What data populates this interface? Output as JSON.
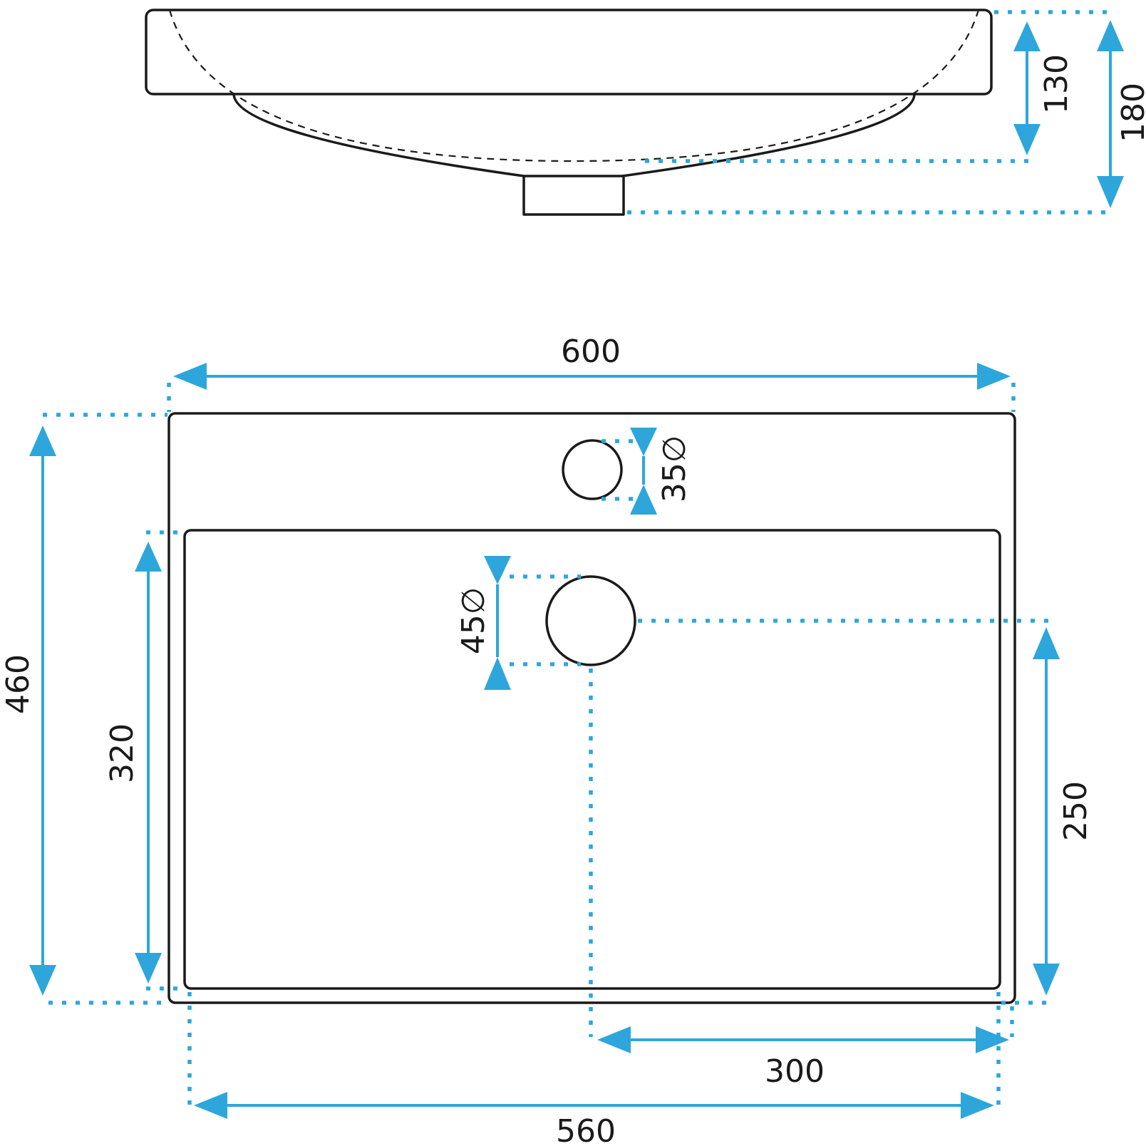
{
  "colors": {
    "dimension": "#2ea6dc",
    "outline": "#1a1a1a",
    "background": "#ffffff"
  },
  "views": {
    "side": {
      "dimensions": {
        "bowl_depth": "130",
        "total_height": "180"
      }
    },
    "top": {
      "dimensions": {
        "overall_width": "600",
        "overall_depth": "460",
        "bowl_depth": "320",
        "bowl_width": "560",
        "drain_offset_x": "300",
        "drain_offset_y": "250",
        "tap_hole_diameter": "35∅",
        "drain_diameter": "45∅"
      }
    }
  }
}
